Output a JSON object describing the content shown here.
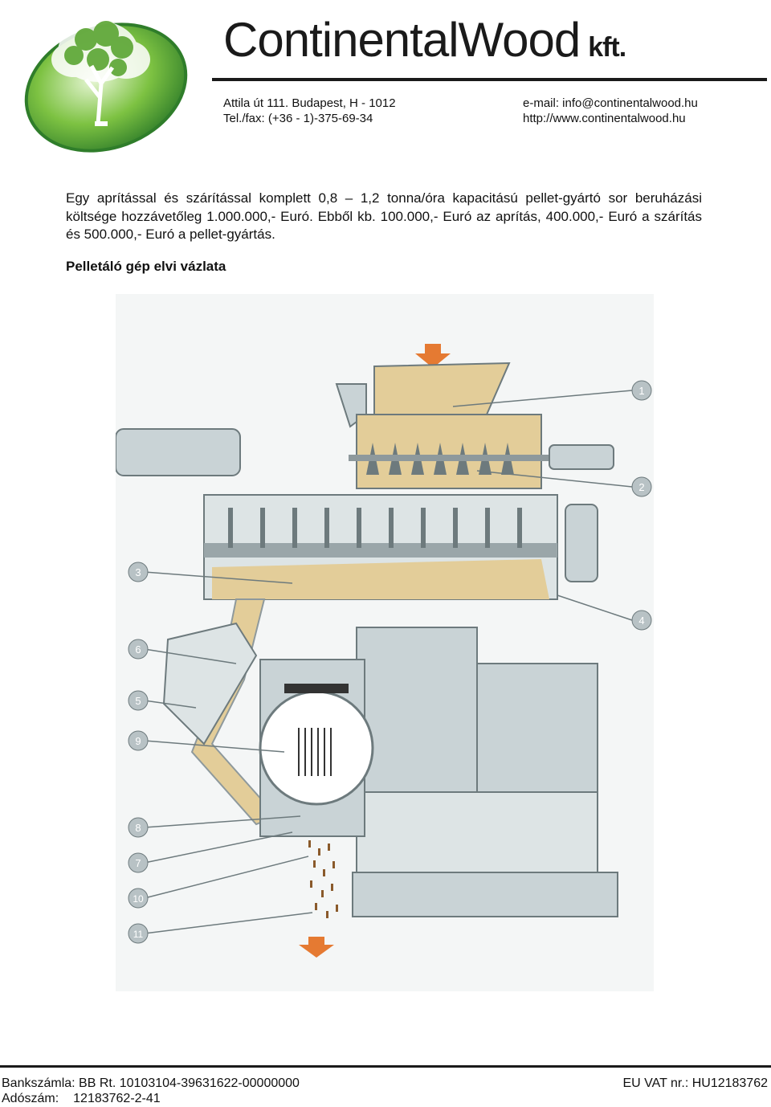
{
  "header": {
    "brand_part1": "Continental",
    "brand_part2": "Wood",
    "brand_suffix": "kft.",
    "address": "Attila út 111. Budapest, H - 1012",
    "phone": "Tel./fax: (+36 - 1)-375-69-34",
    "email": "e-mail: info@continentalwood.hu",
    "website": "http://www.continentalwood.hu"
  },
  "body": {
    "paragraph": "Egy aprítással és szárítással komplett 0,8 – 1,2 tonna/óra kapacitású pellet-gyártó sor beruházási költsége hozzávetőleg 1.000.000,- Euró. Ebből kb. 100.000,- Euró az aprítás, 400.000,- Euró a szárítás és 500.000,- Euró a pellet-gyártás.",
    "diagram_title": "Pelletáló gép elvi vázlata"
  },
  "diagram": {
    "callouts": [
      "1",
      "2",
      "3",
      "4",
      "6",
      "5",
      "9",
      "8",
      "7",
      "10",
      "11"
    ]
  },
  "footer": {
    "bank_account": "Bankszámla: BB Rt.  10103104-39631622-00000000",
    "tax_label": "Adószám:",
    "tax_number": "12183762-2-41",
    "vat": "EU VAT nr.: HU12183762"
  },
  "colors": {
    "leaf_green": "#7dc242",
    "dark_green": "#2f7d2a",
    "machine_gray": "#c9d3d6",
    "material_tan": "#e3cd99",
    "arrow_orange": "#e57a32"
  }
}
